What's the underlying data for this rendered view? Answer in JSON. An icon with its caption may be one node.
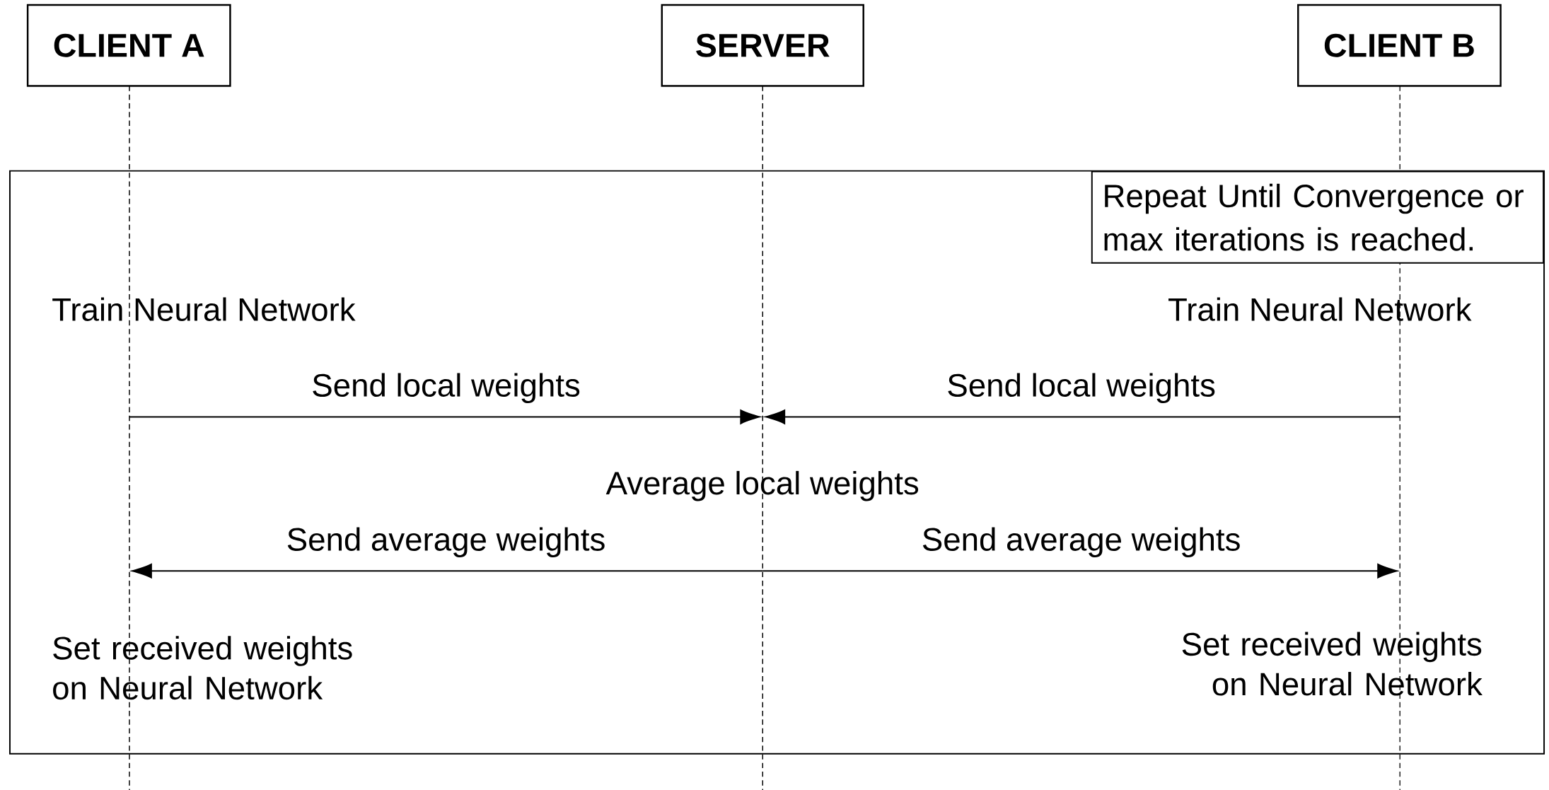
{
  "diagram": {
    "nodes": [
      {
        "text": [
          "CLIENT A"
        ]
      },
      {
        "text": [
          "SERVER"
        ]
      },
      {
        "text": [
          "CLIENT B"
        ]
      },
      {
        "text": [
          "Repeat Until Convergence or max iterations is reached."
        ]
      },
      {
        "text": [],
        "shape": "line"
      },
      {
        "text": [],
        "shape": "line"
      },
      {
        "text": [],
        "shape": "line"
      }
    ],
    "edges": [
      {
        "from": 4,
        "to": 5,
        "arrow": "to",
        "label": "Send local weights"
      },
      {
        "from": 6,
        "to": 5,
        "arrow": "to",
        "label": "Send local weights"
      },
      {
        "from": 5,
        "to": 4,
        "arrow": "to",
        "label": "Send average weights"
      },
      {
        "from": 5,
        "to": 6,
        "arrow": "to",
        "label": "Send average weights"
      }
    ],
    "labels": [
      "Train Neural Network",
      "Train Neural Network",
      "Average local weights",
      "Set received weights on Neural Network",
      "Set received weights on Neural Network"
    ]
  }
}
